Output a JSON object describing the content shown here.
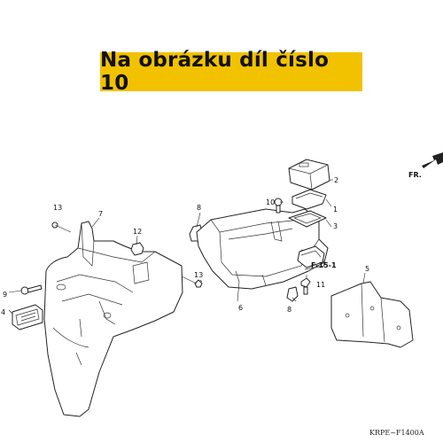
{
  "banner": {
    "text": "Na obrázku díl číslo 10"
  },
  "callouts": {
    "c1": "1",
    "c2": "2",
    "c3": "3",
    "c4": "4",
    "c5": "5",
    "c6": "6",
    "c7": "7",
    "c8": "8",
    "c9": "9",
    "c10": "10",
    "c11": "11",
    "c12": "12",
    "c13a": "13",
    "c13b": "13",
    "ref": "F-15-1"
  },
  "fr_label": "FR.",
  "diagram_code": "KRPE−F1400A"
}
